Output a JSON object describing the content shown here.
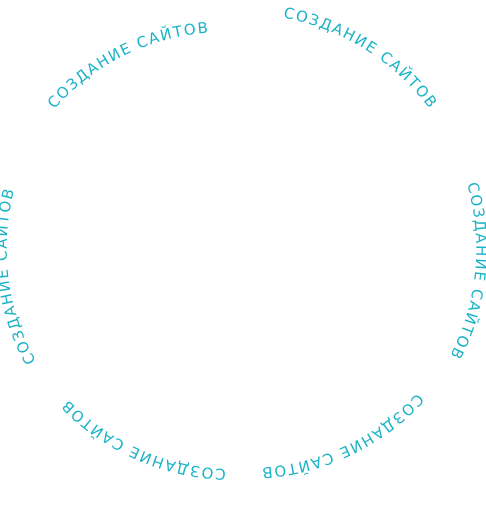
{
  "colors": {
    "background": "#ffffff",
    "text": "#19b3c6"
  },
  "ring": {
    "segments": [
      {
        "label": "СОЗДАНИЕ САЙТОВ"
      },
      {
        "label": "СОЗДАНИЕ САЙТОВ"
      },
      {
        "label": "СОЗДАНИЕ САЙТОВ"
      },
      {
        "label": "СОЗДАНИЕ САЙТОВ"
      },
      {
        "label": "СОЗДАНИЕ САЙТОВ"
      },
      {
        "label": "СОЗДАНИЕ САЙТОВ"
      }
    ]
  }
}
